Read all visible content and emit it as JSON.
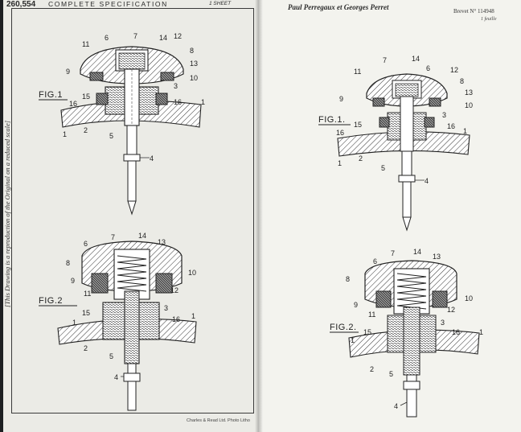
{
  "left_page": {
    "patent_number": "260,554",
    "title": "COMPLETE SPECIFICATION",
    "sheet": "1 SHEET",
    "side_note": "[This Drawing is a reproduction of the Original on a reduced scale]",
    "printer": "Charles & Read Ltd. Photo Litho",
    "figures": [
      {
        "label": "FIG.1",
        "parts": [
          "1",
          "2",
          "3",
          "4",
          "5",
          "6",
          "7",
          "8",
          "9",
          "10",
          "11",
          "12",
          "13",
          "14",
          "15",
          "16"
        ]
      },
      {
        "label": "FIG.2",
        "parts": [
          "1",
          "2",
          "3",
          "4",
          "5",
          "6",
          "7",
          "8",
          "9",
          "10",
          "11",
          "12",
          "13",
          "14",
          "15",
          "16"
        ]
      }
    ]
  },
  "right_page": {
    "authors": "Paul Perregaux et Georges Perret",
    "brevet": "Brevet N° 114948",
    "feuille": "1 feuille",
    "figures": [
      {
        "label": "FIG.1.",
        "parts": [
          "1",
          "2",
          "3",
          "4",
          "5",
          "6",
          "7",
          "8",
          "9",
          "10",
          "11",
          "12",
          "13",
          "14",
          "15",
          "16"
        ]
      },
      {
        "label": "FIG.2.",
        "parts": [
          "1",
          "2",
          "3",
          "4",
          "5",
          "6",
          "7",
          "8",
          "9",
          "10",
          "11",
          "12",
          "13",
          "14",
          "15",
          "16"
        ]
      }
    ]
  }
}
